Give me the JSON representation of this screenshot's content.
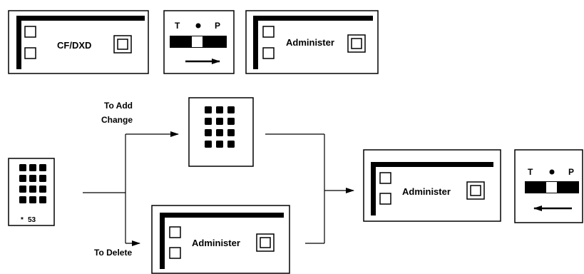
{
  "top_row": {
    "button_panel_1": {
      "label": "CF/DXD"
    },
    "switch_1": {
      "left_label": "T",
      "right_label": "P",
      "arrow_direction": "right"
    },
    "button_panel_2": {
      "label": "Administer"
    }
  },
  "branch": {
    "add_change_label": "To Add\nChange",
    "delete_label": "To Delete"
  },
  "dial_pad": {
    "code": "53",
    "prefix_symbol": "*"
  },
  "delete_panel": {
    "label": "Administer"
  },
  "result_panel": {
    "label": "Administer"
  },
  "switch_2": {
    "left_label": "T",
    "right_label": "P",
    "arrow_direction": "left"
  }
}
